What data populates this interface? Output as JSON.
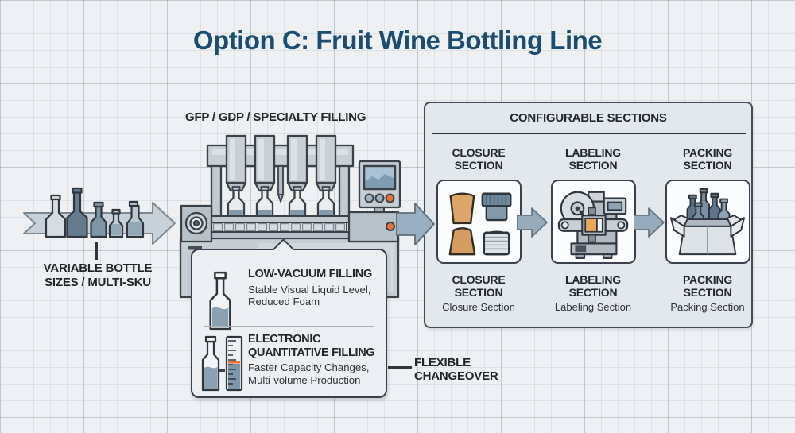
{
  "title": "Option C: Fruit Wine Bottling Line",
  "infeed": {
    "caption": "VARIABLE BOTTLE SIZES / MULTI-SKU",
    "icon": "multi-size-bottles-icon"
  },
  "filler": {
    "label": "GFP / GDP / SPECIALTY FILLING",
    "icon": "filling-machine-icon"
  },
  "configurable": {
    "title": "CONFIGURABLE SECTIONS",
    "sections": [
      {
        "header": "CLOSURE SECTION",
        "footer": "CLOSURE SECTION",
        "caption": "Closure Section",
        "icon": "corks-and-caps-icon"
      },
      {
        "header": "LABELING SECTION",
        "footer": "LABELING SECTION",
        "caption": "Labeling Section",
        "icon": "labeling-machine-icon"
      },
      {
        "header": "PACKING SECTION",
        "footer": "PACKING SECTION",
        "caption": "Packing Section",
        "icon": "packed-case-icon"
      }
    ]
  },
  "callout": {
    "items": [
      {
        "heading": "LOW-VACUUM FILLING",
        "description": "Stable Visual Liquid Level, Reduced Foam",
        "icon": "half-filled-bottle-icon"
      },
      {
        "heading": "ELECTRONIC QUANTITATIVE FILLING",
        "description": "Faster Capacity Changes, Multi-volume Production",
        "icon": "bottle-and-measuring-cylinder-icon"
      }
    ]
  },
  "annotations": {
    "flexible_changeover": "FLEXIBLE CHANGEOVER"
  },
  "colors": {
    "title_navy": "#1b4d71",
    "ink": "#23292f",
    "accent_orange": "#e8713c",
    "steel_blue": "#97abba",
    "cork_tan": "#dca66a"
  }
}
